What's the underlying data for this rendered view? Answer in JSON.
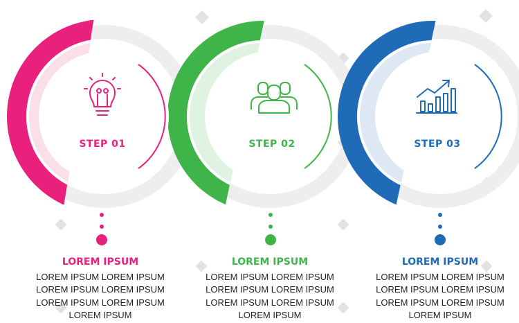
{
  "colors": {
    "pink": "#e8217d",
    "green": "#3fb549",
    "blue": "#1f6bb7",
    "ring": "#eeeeee",
    "watermark": "#cfcfcf"
  },
  "steps": [
    {
      "icon": "lightbulb-icon",
      "step_label": "STEP 01",
      "heading": "LOREM IPSUM",
      "lines": [
        "LOREM IPSUM LOREM IPSUM",
        "LOREM IPSUM LOREM IPSUM",
        "LOREM IPSUM LOREM IPSUM",
        "LOREM IPSUM"
      ]
    },
    {
      "icon": "team-icon",
      "step_label": "STEP 02",
      "heading": "LOREM IPSUM",
      "lines": [
        "LOREM IPSUM LOREM IPSUM",
        "LOREM IPSUM LOREM IPSUM",
        "LOREM IPSUM LOREM IPSUM",
        "LOREM IPSUM"
      ]
    },
    {
      "icon": "growth-chart-icon",
      "step_label": "STEP 03",
      "heading": "LOREM IPSUM",
      "lines": [
        "LOREM IPSUM LOREM IPSUM",
        "LOREM IPSUM LOREM IPSUM",
        "LOREM IPSUM LOREM IPSUM",
        "LOREM IPSUM"
      ]
    }
  ]
}
